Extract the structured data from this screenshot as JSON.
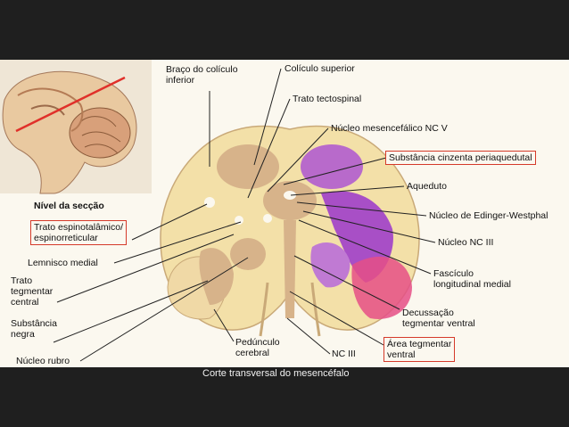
{
  "caption": "Corte transversal do mesencéfalo",
  "inset": {
    "title": "Nível da secção"
  },
  "labels": {
    "braco_coliculo": [
      "Braço do colículo",
      "inferior"
    ],
    "coliculo_superior": "Colículo superior",
    "trato_tectospinal": "Trato tectospinal",
    "nucleo_mesencefalico": "Núcleo mesencefálico NC V",
    "substancia_cinzenta": "Substância cinzenta periaquedutal",
    "aqueduto": "Aqueduto",
    "edinger_westphal": "Núcleo de Edinger-Westphal",
    "nucleo_nc3": "Núcleo NC III",
    "fasciculo": [
      "Fascículo",
      "longitudinal medial"
    ],
    "decussacao": [
      "Decussação",
      "tegmentar ventral"
    ],
    "area_tegmentar": [
      "Área tegmentar",
      "ventral"
    ],
    "nc3": "NC III",
    "pedunculo": [
      "Pedúnculo",
      "cerebral"
    ],
    "trato_espinotalamico": [
      "Trato espinotalâmico/",
      "espinorreticular"
    ],
    "lemnisco": "Lemnisco medial",
    "trato_tegmentar": [
      "Trato",
      "tegmentar",
      "central"
    ],
    "substancia_negra": [
      "Substância",
      "negra"
    ],
    "nucleo_rubro": "Núcleo rubro"
  },
  "colors": {
    "background": "#1f1f1f",
    "figure": "#fbf8ef",
    "highlight_box": "#d53a2a",
    "section_line": "#e0302a",
    "gray_matter": "#d7b38a",
    "motor_tract": "#a84fc6",
    "sensory_tract": "#e54f86"
  }
}
